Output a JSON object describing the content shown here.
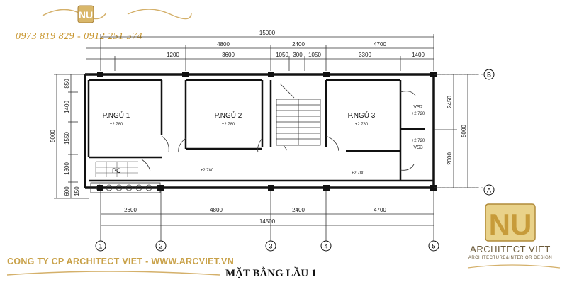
{
  "logo_top": {
    "letters": "NU"
  },
  "phone": "0973 819 829 - 0912 251 574",
  "plan": {
    "top_dims": {
      "total": "15000",
      "row2": [
        "4800",
        "2400",
        "4700"
      ],
      "row3": [
        "1200",
        "3600",
        "1050",
        "300",
        "1050",
        "3300",
        "1400"
      ]
    },
    "bottom_dims": {
      "row1": [
        "2600",
        "4800",
        "2400",
        "4700"
      ],
      "total": "14500"
    },
    "left_dims": {
      "inner": [
        "850",
        "1400",
        "1550",
        "1300",
        "600"
      ],
      "outer": "5000",
      "small": "150"
    },
    "right_dims": {
      "inner": [
        "2450",
        "2000"
      ],
      "outer": "5000"
    },
    "rooms": [
      {
        "name": "P.NGỦ 1",
        "level": "+2.780"
      },
      {
        "name": "P.NGỦ 2",
        "level": "+2.780"
      },
      {
        "name": "P.NGỦ 3",
        "level": "+2.780"
      }
    ],
    "vs": [
      {
        "name": "VS2",
        "level": "+2.720"
      },
      {
        "name": "VS3",
        "level": "+2.720"
      }
    ],
    "pc": "PC",
    "hall_levels": [
      "+2.780",
      "+2.780"
    ],
    "axes_bottom": [
      "1",
      "2",
      "3",
      "4",
      "5"
    ],
    "axes_right": [
      "B",
      "A"
    ]
  },
  "company": "CONG TY CP ARCHITECT VIET - WWW.ARCVIET.VN",
  "title": "MẶT BẰNG LẦU 1",
  "brand": {
    "logo": "NU",
    "name": "ARCHITECT VIET",
    "tagline": "ARCHITECTURE&INTERIOR DESIGN"
  },
  "colors": {
    "gold": "#c9a24a",
    "line": "#222222"
  }
}
